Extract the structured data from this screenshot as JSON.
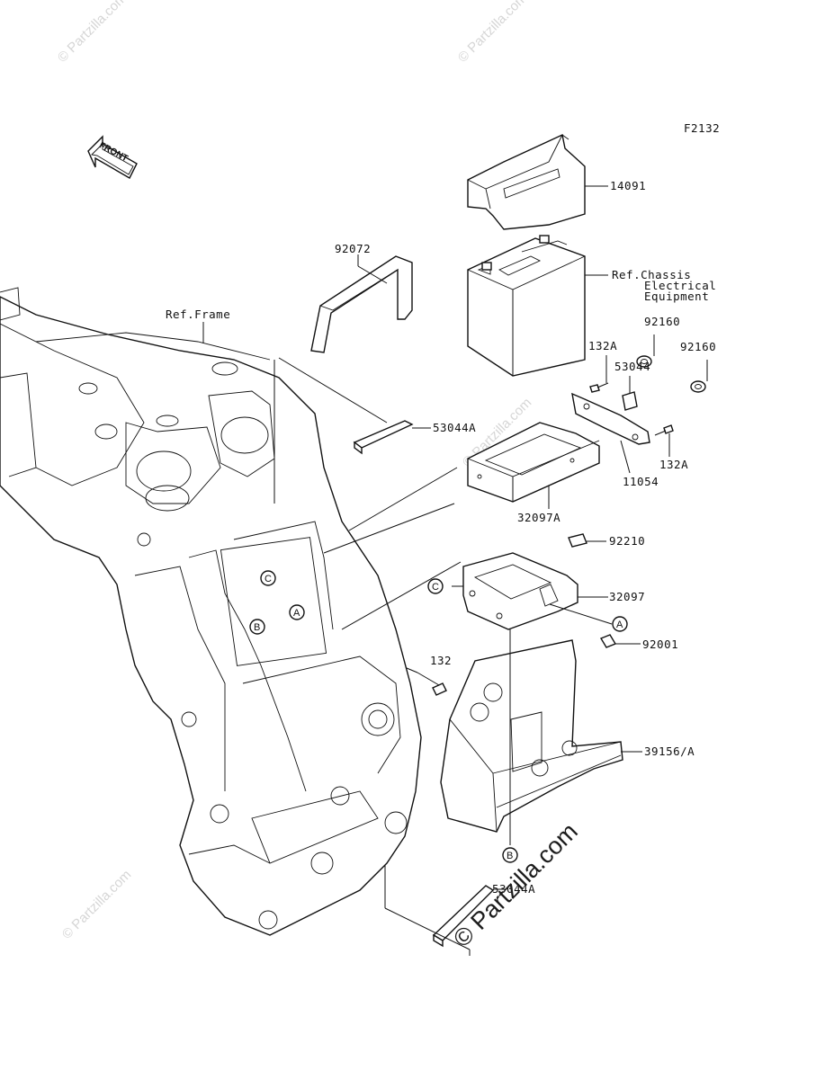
{
  "figure_code": "F2132",
  "front_label": "FRONT",
  "watermark": "© Partzilla.com",
  "watermark_main": "© Partzilla.com",
  "refs": {
    "frame": "Ref.Frame",
    "chassis_l1": "Ref.Chassis",
    "chassis_l2": "Electrical",
    "chassis_l3": "Equipment"
  },
  "parts": {
    "p14091": "14091",
    "p92072": "92072",
    "p92160a": "92160",
    "p92160b": "92160",
    "p132A_top": "132A",
    "p53044": "53044",
    "p53044A_top": "53044A",
    "p132A_bot": "132A",
    "p11054": "11054",
    "p32097A": "32097A",
    "p92210": "92210",
    "p32097": "32097",
    "p92001": "92001",
    "p132": "132",
    "p39156A": "39156/A",
    "p53044A_bot": "53044A"
  },
  "markers": {
    "A": "A",
    "B": "B",
    "C": "C"
  }
}
